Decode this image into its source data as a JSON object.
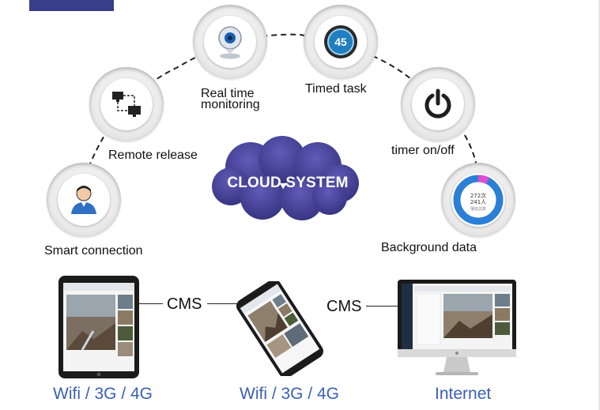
{
  "cloud": {
    "label": "CLOUD SYSTEM",
    "color": "#3f3c91"
  },
  "features": {
    "smart_connection": "Smart connection",
    "remote_release": "Remote release",
    "real_time_line1": "Real time",
    "real_time_line2": "monitoring",
    "timed_task": "Timed task",
    "timer_on_off": "timer on/off",
    "background_data": "Background data"
  },
  "icons": {
    "timed_task_number": "45",
    "stats_line1": "272次",
    "stats_line2": "241人",
    "stats_line3": "播放总数"
  },
  "devices": {
    "tablet_cms": "CMS",
    "desktop_cms": "CMS",
    "tablet_network": "Wifi / 3G / 4G",
    "phone_network": "Wifi / 3G / 4G",
    "desktop_network": "Internet"
  },
  "colors": {
    "accent_blue": "#3a5fb6",
    "top_bar": "#3a3d8a"
  }
}
